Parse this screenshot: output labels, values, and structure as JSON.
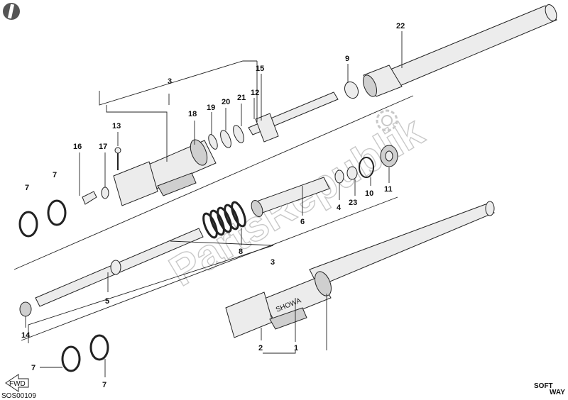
{
  "diagram": {
    "drawing_code": "SOS00109",
    "watermark": "PartsRepublik",
    "logo_text_top": "SOFT",
    "logo_text_bottom": "WAY",
    "fwd_arrow_text": "FWD",
    "fork_brand_text": "SHOWA",
    "callouts": [
      {
        "id": "c1",
        "label": "1"
      },
      {
        "id": "c2",
        "label": "2"
      },
      {
        "id": "c3a",
        "label": "3"
      },
      {
        "id": "c3b",
        "label": "3"
      },
      {
        "id": "c4",
        "label": "4"
      },
      {
        "id": "c5",
        "label": "5"
      },
      {
        "id": "c6",
        "label": "6"
      },
      {
        "id": "c7a",
        "label": "7"
      },
      {
        "id": "c7b",
        "label": "7"
      },
      {
        "id": "c7c",
        "label": "7"
      },
      {
        "id": "c7d",
        "label": "7"
      },
      {
        "id": "c8",
        "label": "8"
      },
      {
        "id": "c9",
        "label": "9"
      },
      {
        "id": "c10",
        "label": "10"
      },
      {
        "id": "c11",
        "label": "11"
      },
      {
        "id": "c12",
        "label": "12"
      },
      {
        "id": "c13",
        "label": "13"
      },
      {
        "id": "c14",
        "label": "14"
      },
      {
        "id": "c15",
        "label": "15"
      },
      {
        "id": "c16",
        "label": "16"
      },
      {
        "id": "c17",
        "label": "17"
      },
      {
        "id": "c18",
        "label": "18"
      },
      {
        "id": "c19",
        "label": "19"
      },
      {
        "id": "c20",
        "label": "20"
      },
      {
        "id": "c21",
        "label": "21"
      },
      {
        "id": "c22",
        "label": "22"
      },
      {
        "id": "c23",
        "label": "23"
      }
    ]
  }
}
